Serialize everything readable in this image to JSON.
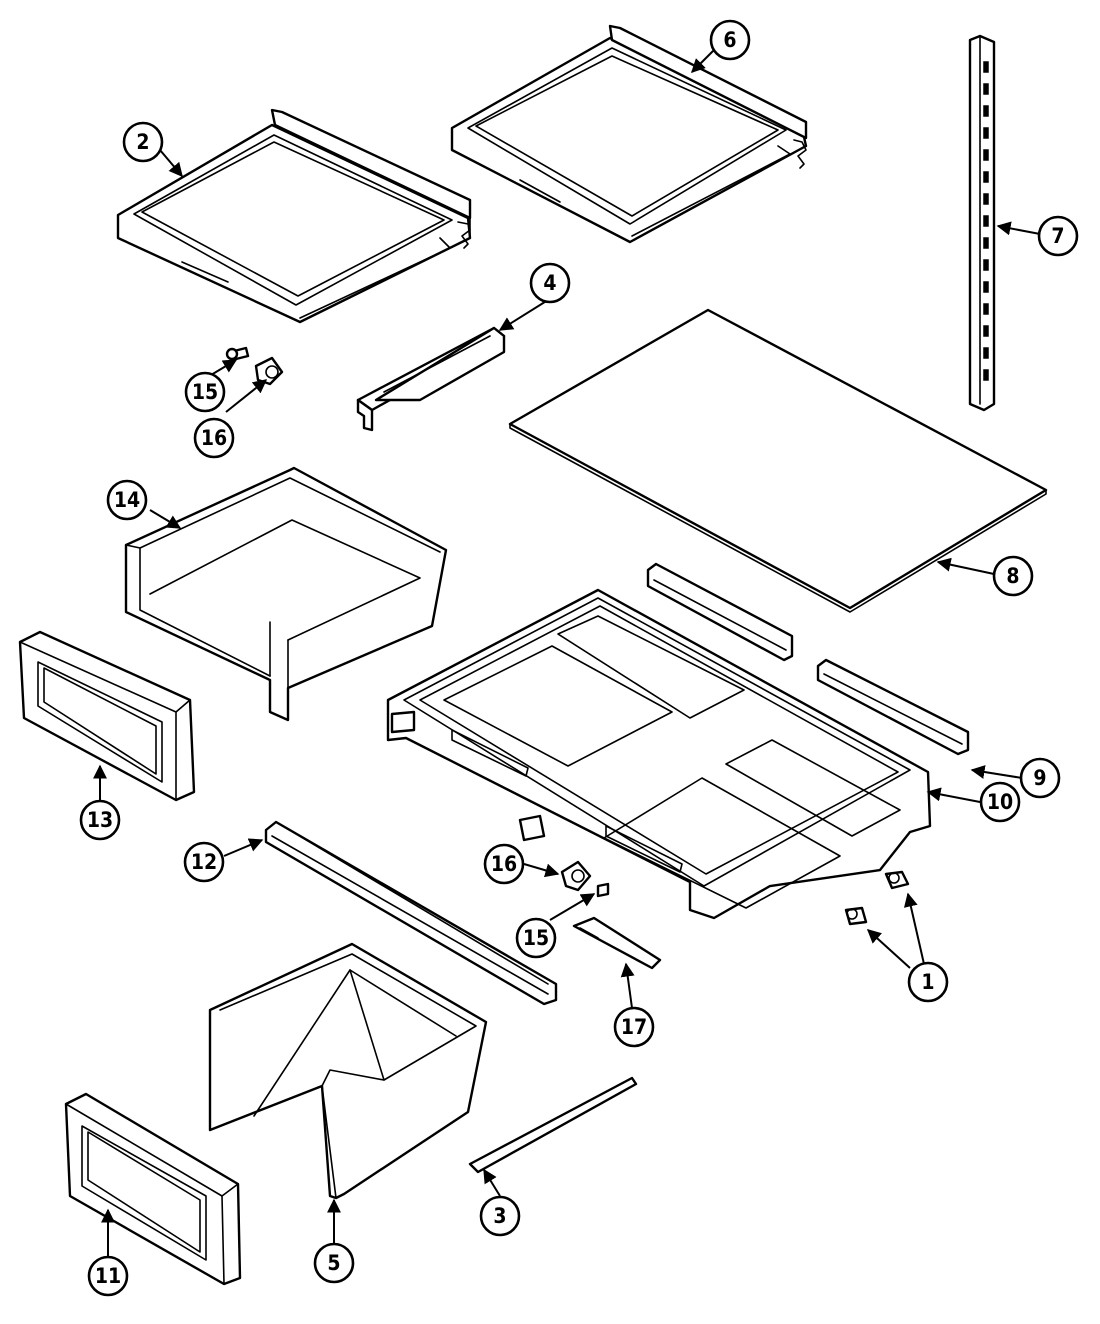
{
  "callouts": [
    {
      "id": "1",
      "label": "1"
    },
    {
      "id": "2",
      "label": "2"
    },
    {
      "id": "3",
      "label": "3"
    },
    {
      "id": "4",
      "label": "4"
    },
    {
      "id": "5",
      "label": "5"
    },
    {
      "id": "6",
      "label": "6"
    },
    {
      "id": "7",
      "label": "7"
    },
    {
      "id": "8",
      "label": "8"
    },
    {
      "id": "9",
      "label": "9"
    },
    {
      "id": "10",
      "label": "10"
    },
    {
      "id": "11",
      "label": "11"
    },
    {
      "id": "12",
      "label": "12"
    },
    {
      "id": "13",
      "label": "13"
    },
    {
      "id": "14",
      "label": "14"
    },
    {
      "id": "15a",
      "label": "15"
    },
    {
      "id": "16a",
      "label": "16"
    },
    {
      "id": "16b",
      "label": "16"
    },
    {
      "id": "15b",
      "label": "15"
    },
    {
      "id": "17",
      "label": "17"
    }
  ]
}
